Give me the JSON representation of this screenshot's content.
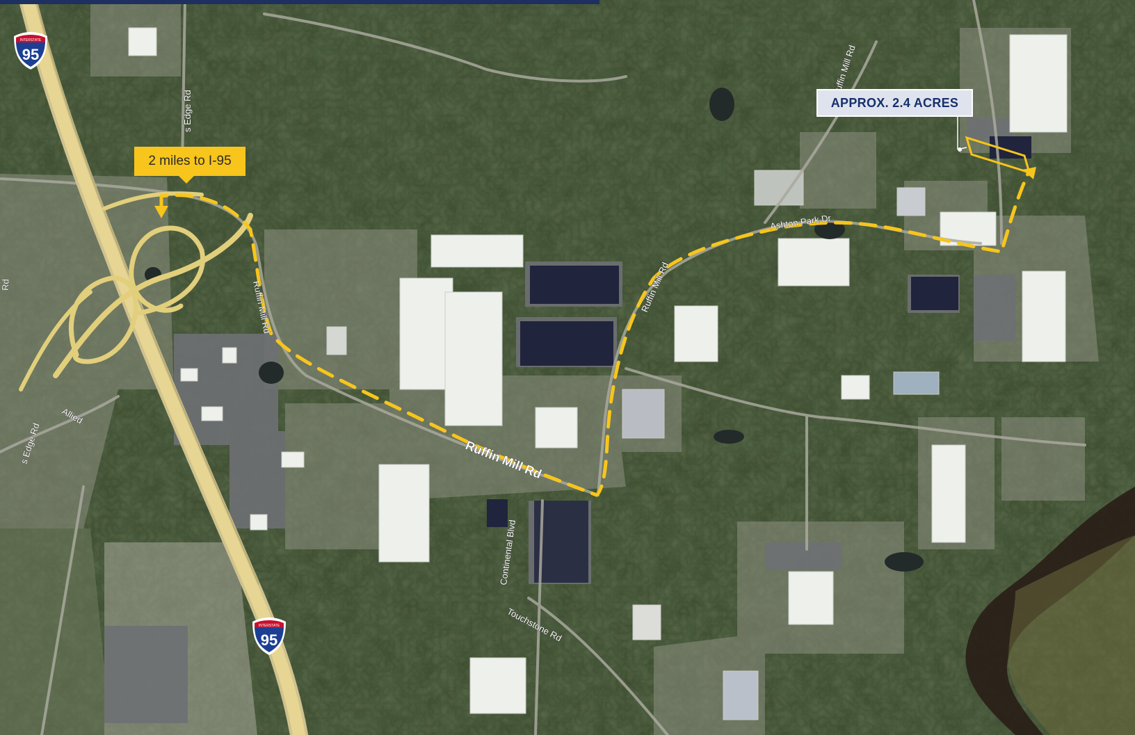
{
  "map": {
    "callouts": {
      "miles_to_interstate": "2 miles to I-95",
      "site_acreage": "APPROX. 2.4 ACRES"
    },
    "road_labels": {
      "ruffin_mill_main": "Ruffin Mill Rd",
      "ruffin_mill_west": "Ruffin Mill Rd",
      "ruffin_mill_north": "Ruffin Mill Rd",
      "ruffin_mill_far_north": "Ruffin Mill Rd",
      "ashton_park": "Ashton Park Dr",
      "continental": "Continental Blvd",
      "touchstone": "Touchstone Rd",
      "allied": "Allied",
      "rivers_edge_north": "s Edge Rd",
      "rivers_edge_south": "s Edge Rd",
      "west_partial": "Rd"
    },
    "shields": [
      {
        "name": "interstate-95-north",
        "banner": "INTERSTATE",
        "number": "95"
      },
      {
        "name": "interstate-95-south",
        "banner": "INTERSTATE",
        "number": "95"
      }
    ],
    "colors": {
      "route": "#f7c51c",
      "shield_blue": "#1c3f94",
      "shield_red": "#c8102e",
      "callout_navy": "#17306b"
    }
  }
}
